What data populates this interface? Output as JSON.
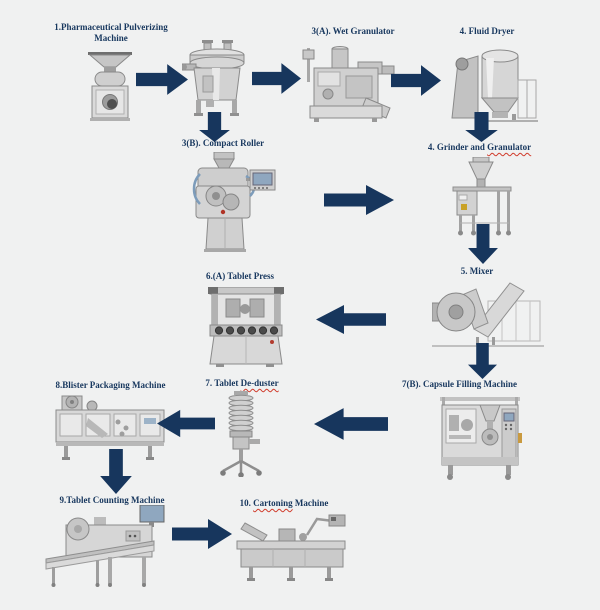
{
  "diagram": {
    "type": "process-flowchart",
    "colors": {
      "background": "#f0f1f1",
      "label_text": "#17375e",
      "arrow": "#17365d",
      "spellcheck_underline": "#d03a2a"
    },
    "nodes": [
      {
        "id": "pulverizing-machine",
        "label": "1.Pharmaceutical Pulverizing Machine",
        "icon": "pulverizing-machine-photo"
      },
      {
        "id": "vibrating-sifter",
        "icon": "vibrating-sifter-photo"
      },
      {
        "id": "wet-granulator",
        "label": "3(A). Wet Granulator",
        "icon": "wet-granulator-photo"
      },
      {
        "id": "fluid-dryer",
        "label": "4. Fluid Dryer",
        "icon": "fluid-dryer-photo"
      },
      {
        "id": "compact-roller",
        "label": "3(B). Compact Roller",
        "icon": "compact-roller-photo"
      },
      {
        "id": "grinder-granulator",
        "label_pre": "4. Grinder and ",
        "label_wavy": "Granulator",
        "label_post": "",
        "icon": "grinder-granulator-photo"
      },
      {
        "id": "mixer",
        "label": "5. Mixer",
        "icon": "v-mixer-photo"
      },
      {
        "id": "tablet-press",
        "label": "6.(A) Tablet Press",
        "icon": "tablet-press-photo"
      },
      {
        "id": "capsule-filling-machine",
        "label": "7(B). Capsule Filling Machine",
        "icon": "capsule-filling-machine-photo"
      },
      {
        "id": "tablet-de-duster",
        "label_pre": "7. Tablet ",
        "label_wavy": "De-duster",
        "label_post": "",
        "icon": "tablet-de-duster-photo"
      },
      {
        "id": "blister-packaging-machine",
        "label": "8.Blister Packaging Machine",
        "icon": "blister-packaging-machine-photo"
      },
      {
        "id": "tablet-counting-machine",
        "label": "9.Tablet Counting Machine",
        "icon": "tablet-counting-machine-photo"
      },
      {
        "id": "cartoning-machine",
        "label_pre": "10. ",
        "label_wavy": "Cartoning",
        "label_post": " Machine",
        "icon": "cartoning-machine-photo"
      }
    ],
    "connections": [
      {
        "from": "pulverizing-machine",
        "to": "vibrating-sifter",
        "direction": "right"
      },
      {
        "from": "vibrating-sifter",
        "to": "wet-granulator",
        "direction": "right"
      },
      {
        "from": "vibrating-sifter",
        "to": "compact-roller",
        "direction": "down"
      },
      {
        "from": "wet-granulator",
        "to": "fluid-dryer",
        "direction": "right"
      },
      {
        "from": "fluid-dryer",
        "to": "grinder-granulator",
        "direction": "down"
      },
      {
        "from": "compact-roller",
        "to": "grinder-granulator",
        "direction": "right"
      },
      {
        "from": "grinder-granulator",
        "to": "mixer",
        "direction": "down"
      },
      {
        "from": "mixer",
        "to": "tablet-press",
        "direction": "left"
      },
      {
        "from": "mixer",
        "to": "capsule-filling-machine",
        "direction": "down"
      },
      {
        "from": "capsule-filling-machine",
        "to": "tablet-de-duster",
        "direction": "left"
      },
      {
        "from": "tablet-de-duster",
        "to": "blister-packaging-machine",
        "direction": "left"
      },
      {
        "from": "blister-packaging-machine",
        "to": "tablet-counting-machine",
        "direction": "down"
      },
      {
        "from": "tablet-counting-machine",
        "to": "cartoning-machine",
        "direction": "right"
      }
    ]
  }
}
